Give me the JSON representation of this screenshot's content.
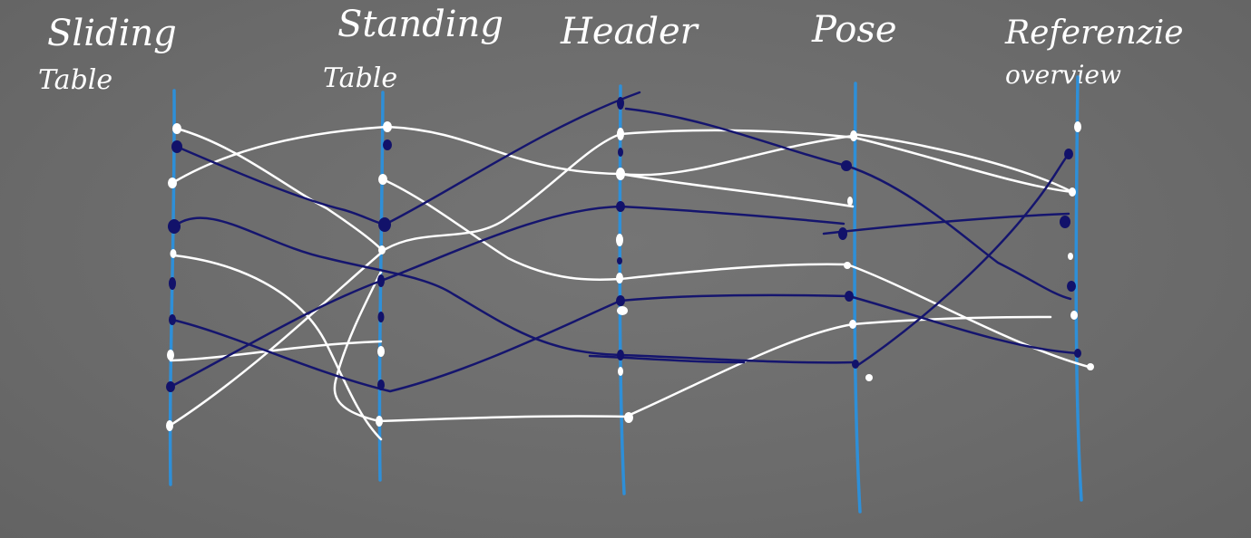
{
  "columns": [
    {
      "id": "sliding-table",
      "title": "Sliding",
      "subtitle": "Table"
    },
    {
      "id": "standing-table",
      "title": "Standing",
      "subtitle": "Table"
    },
    {
      "id": "header",
      "title": "Header",
      "subtitle": ""
    },
    {
      "id": "pose",
      "title": "Pose",
      "subtitle": ""
    },
    {
      "id": "reference-overview",
      "title": "Referenzie",
      "subtitle": "overview"
    }
  ],
  "colors": {
    "background": "#6d6d6d",
    "axis": "#2e8fd8",
    "link_light": "#ffffff",
    "link_dark": "#15156e"
  }
}
